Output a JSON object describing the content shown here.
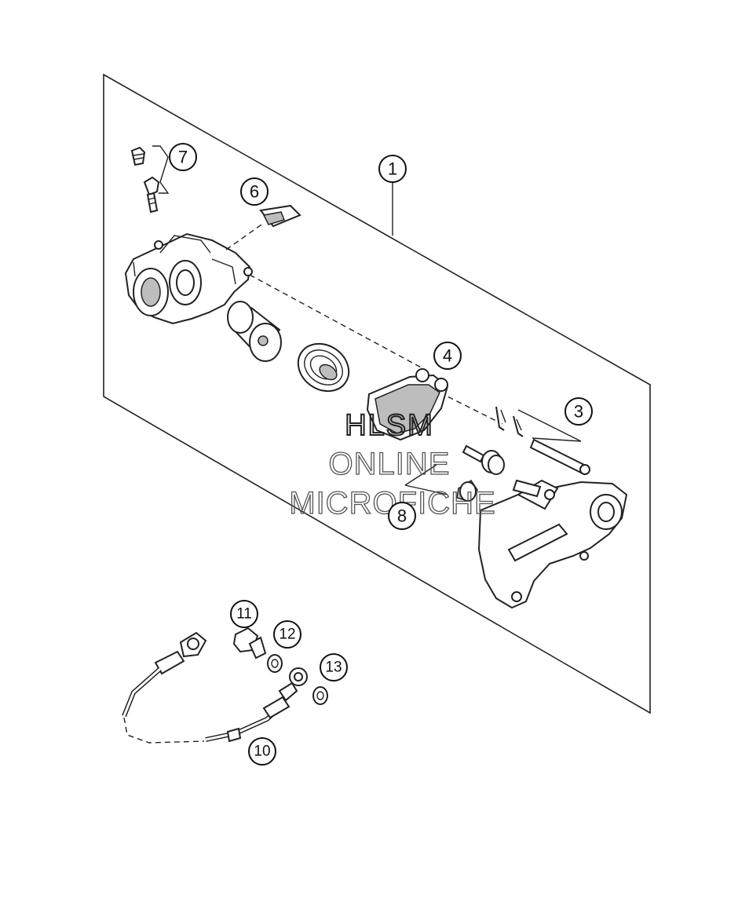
{
  "callouts": [
    {
      "id": "1",
      "label": "1"
    },
    {
      "id": "3",
      "label": "3"
    },
    {
      "id": "4",
      "label": "4"
    },
    {
      "id": "6",
      "label": "6"
    },
    {
      "id": "7",
      "label": "7"
    },
    {
      "id": "8",
      "label": "8"
    },
    {
      "id": "10",
      "label": "10"
    },
    {
      "id": "11",
      "label": "11"
    },
    {
      "id": "12",
      "label": "12"
    },
    {
      "id": "13",
      "label": "13"
    }
  ],
  "watermark": {
    "line1": "HLSM",
    "line2": "ONLINE",
    "line3": "MICROFICHE"
  }
}
